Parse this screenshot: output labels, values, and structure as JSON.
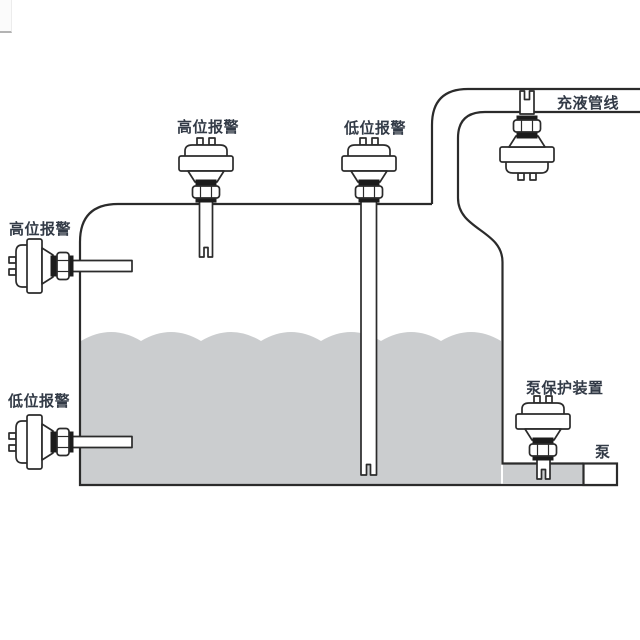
{
  "labels": {
    "top_high_alarm": "高位报警",
    "top_low_alarm": "低位报警",
    "side_high_alarm": "高位报警",
    "side_low_alarm": "低位报警",
    "fill_line": "充液管线",
    "pump_protection": "泵保护装置",
    "pump": "泵"
  },
  "colors": {
    "background": "#ffffff",
    "line": "#2b2b2b",
    "liquid": "#cbcdcf",
    "fitting_black": "#1c1c1c",
    "label_text": "#333b47"
  }
}
